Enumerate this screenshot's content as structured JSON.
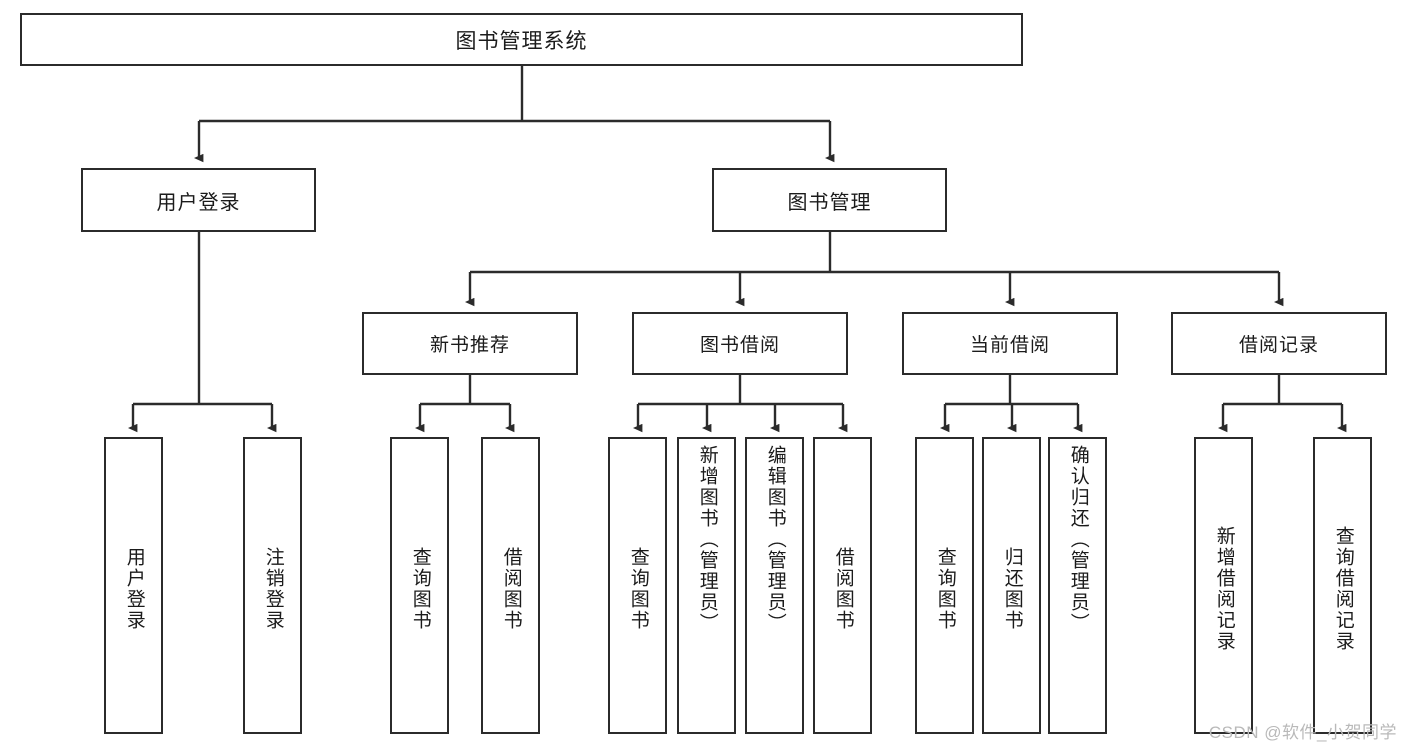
{
  "diagram": {
    "title_box": {
      "label": "图书管理系统"
    },
    "level2": [
      {
        "id": "user-login",
        "label": "用户登录"
      },
      {
        "id": "book-manage",
        "label": "图书管理"
      }
    ],
    "level3": [
      {
        "id": "new-book-recommend",
        "label": "新书推荐"
      },
      {
        "id": "book-borrow",
        "label": "图书借阅"
      },
      {
        "id": "current-borrow",
        "label": "当前借阅"
      },
      {
        "id": "borrow-record",
        "label": "借阅记录"
      }
    ],
    "leaves": [
      {
        "id": "leaf-user-login",
        "label": "用户登录",
        "parent": "user-login"
      },
      {
        "id": "leaf-logout-login",
        "label": "注销登录",
        "parent": "user-login"
      },
      {
        "id": "leaf-query-book-1",
        "label": "查询图书",
        "parent": "new-book-recommend"
      },
      {
        "id": "leaf-borrow-book-1",
        "label": "借阅图书",
        "parent": "new-book-recommend"
      },
      {
        "id": "leaf-query-book-2",
        "label": "查询图书",
        "parent": "book-borrow"
      },
      {
        "id": "leaf-add-book",
        "label": "新增图书（管理员）",
        "parent": "book-borrow"
      },
      {
        "id": "leaf-edit-book",
        "label": "编辑图书（管理员）",
        "parent": "book-borrow"
      },
      {
        "id": "leaf-borrow-book-2",
        "label": "借阅图书",
        "parent": "book-borrow"
      },
      {
        "id": "leaf-query-book-3",
        "label": "查询图书",
        "parent": "current-borrow"
      },
      {
        "id": "leaf-return-book",
        "label": "归还图书",
        "parent": "current-borrow"
      },
      {
        "id": "leaf-confirm-return",
        "label": "确认归还（管理员）",
        "parent": "current-borrow"
      },
      {
        "id": "leaf-add-record",
        "label": "新增借阅记录",
        "parent": "borrow-record"
      },
      {
        "id": "leaf-query-record",
        "label": "查询借阅记录",
        "parent": "borrow-record"
      }
    ],
    "watermark": "CSDN @软件_小贺同学",
    "colors": {
      "stroke": "#2b2b2b",
      "background": "#ffffff",
      "text": "#1b1b1b",
      "watermark": "#b9b9b9"
    }
  }
}
